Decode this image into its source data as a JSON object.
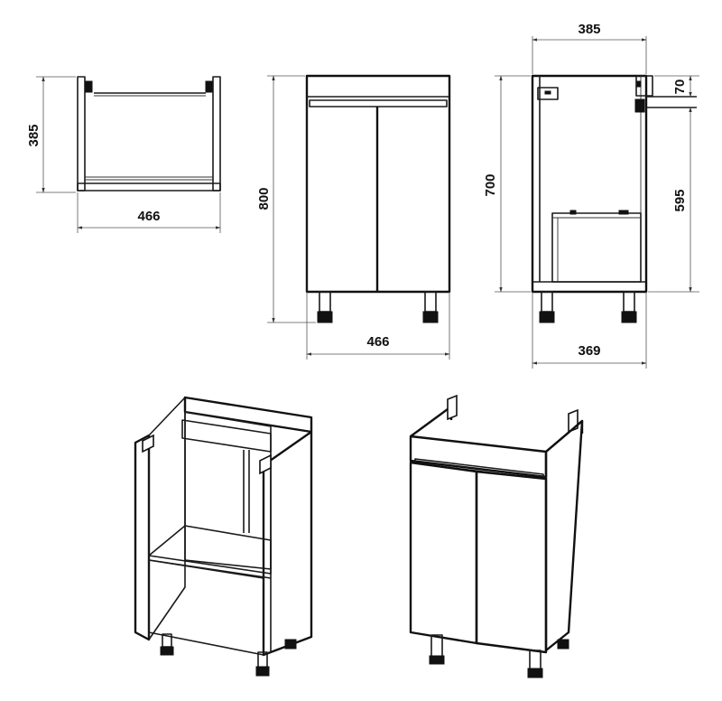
{
  "dimensions": {
    "top_depth": "385",
    "top_width": "466",
    "front_height": "800",
    "front_width": "466",
    "side_depth_top": "385",
    "side_height": "700",
    "side_top_gap": "70",
    "side_lower": "595",
    "side_depth_bottom": "369"
  }
}
